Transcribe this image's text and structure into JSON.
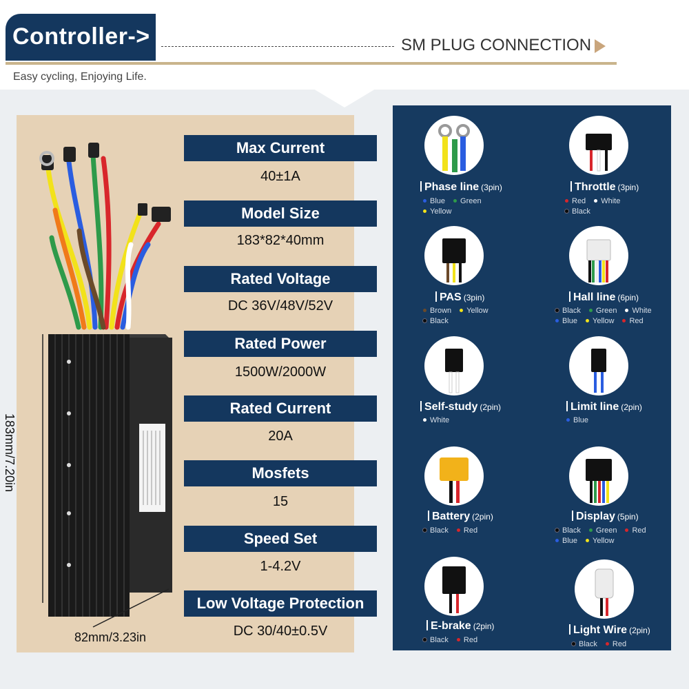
{
  "header": {
    "title": "Controller->",
    "connection_title": "SM PLUG CONNECTION",
    "tagline": "Easy cycling, Enjoying Life."
  },
  "specs": [
    {
      "label": "Max Current",
      "value": "40±1A"
    },
    {
      "label": "Model Size",
      "value": "183*82*40mm"
    },
    {
      "label": "Rated Voltage",
      "value": "DC 36V/48V/52V"
    },
    {
      "label": "Rated Power",
      "value": "1500W/2000W"
    },
    {
      "label": "Rated Current",
      "value": "20A"
    },
    {
      "label": "Mosfets",
      "value": "15"
    },
    {
      "label": "Speed Set",
      "value": "1-4.2V"
    },
    {
      "label": "Low Voltage Protection",
      "value": "DC 30/40±0.5V"
    }
  ],
  "dimensions": {
    "height": "183mm/7.20in",
    "width": "82mm/3.23in"
  },
  "connectors": [
    {
      "name": "Phase line",
      "pins": "(3pin)",
      "colors": [
        [
          "Blue",
          "Green"
        ],
        [
          "Yellow"
        ]
      ]
    },
    {
      "name": "Throttle",
      "pins": "(3pin)",
      "colors": [
        [
          "Red",
          "White"
        ],
        [
          "Black"
        ]
      ]
    },
    {
      "name": "PAS",
      "pins": "(3pin)",
      "colors": [
        [
          "Brown",
          "Yellow"
        ],
        [
          "Black"
        ]
      ]
    },
    {
      "name": "Hall line",
      "pins": "(6pin)",
      "colors": [
        [
          "Black",
          "Green",
          "White"
        ],
        [
          "Blue",
          "Yellow",
          "Red"
        ]
      ]
    },
    {
      "name": "Self-study",
      "pins": "(2pin)",
      "colors": [
        [
          "White"
        ]
      ]
    },
    {
      "name": "Limit line",
      "pins": "(2pin)",
      "colors": [
        [
          "Blue"
        ]
      ]
    },
    {
      "name": "Battery",
      "pins": "(2pin)",
      "colors": [
        [
          "Black",
          "Red"
        ]
      ]
    },
    {
      "name": "Display",
      "pins": "(5pin)",
      "colors": [
        [
          "Black",
          "Green",
          "Red"
        ],
        [
          "Blue",
          "Yellow"
        ]
      ]
    },
    {
      "name": "E-brake",
      "pins": "(2pin)",
      "colors": [
        [
          "Black",
          "Red"
        ]
      ]
    },
    {
      "name": "Light Wire",
      "pins": "(2pin)",
      "colors": [
        [
          "Black",
          "Red"
        ]
      ]
    }
  ],
  "palette": {
    "navy": "#14375e",
    "panel_blue": "#163a60",
    "beige": "#e6d2b6",
    "gold": "#c9b48c",
    "Blue": "#2a5de0",
    "Green": "#2e9a4a",
    "Yellow": "#f2e21a",
    "Red": "#d8262b",
    "White": "#ffffff",
    "Black": "#0b0b0b",
    "Brown": "#6b4a2a"
  }
}
